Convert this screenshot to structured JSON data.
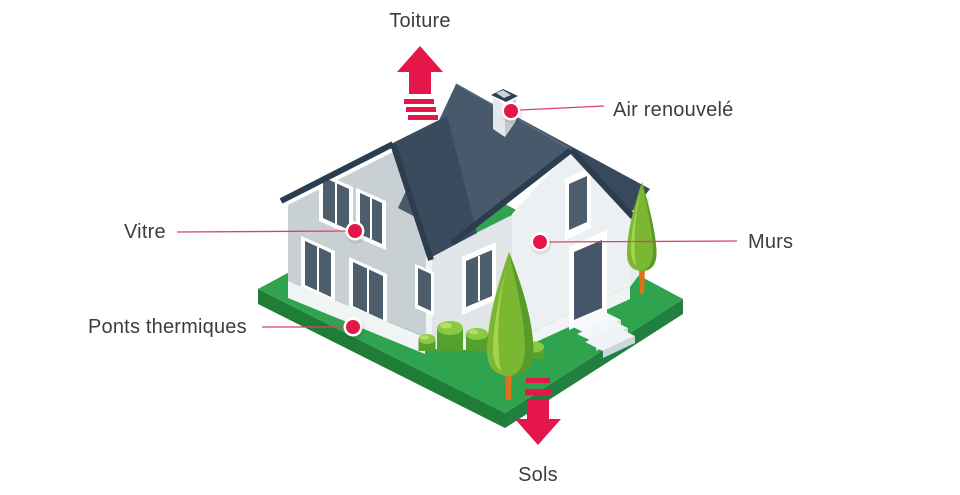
{
  "diagram": {
    "labels": {
      "toiture": "Toiture",
      "air_renouvele": "Air renouvelé",
      "vitre": "Vitre",
      "murs": "Murs",
      "ponts_thermiques": "Ponts thermiques",
      "sols": "Sols"
    },
    "colors": {
      "accent": "#E5174A",
      "leader_line": "#DC4166",
      "label_text": "#3D3D3D",
      "background": "#FFFFFF",
      "roof": "#48596C",
      "roof_dark": "#37495B",
      "roof_trim": "#2C3D4E",
      "wall_bright": "#EDF0F2",
      "wall_medium": "#E1E5E8",
      "wall_shaded": "#C9D0D3",
      "window_glass": "#4D5D6C",
      "lawn": "#2FA34D",
      "lawn_side": "#1F7D37",
      "foliage": "#7CB733",
      "trunk": "#E0711C"
    },
    "markers": [
      {
        "name": "air-renouvele-marker",
        "label_key": "air_renouvele"
      },
      {
        "name": "vitre-marker",
        "label_key": "vitre"
      },
      {
        "name": "murs-marker",
        "label_key": "murs"
      },
      {
        "name": "ponts-thermiques-marker",
        "label_key": "ponts_thermiques"
      }
    ],
    "arrows": [
      {
        "name": "toiture-arrow",
        "direction": "up",
        "label_key": "toiture"
      },
      {
        "name": "sols-arrow",
        "direction": "down",
        "label_key": "sols"
      }
    ]
  }
}
